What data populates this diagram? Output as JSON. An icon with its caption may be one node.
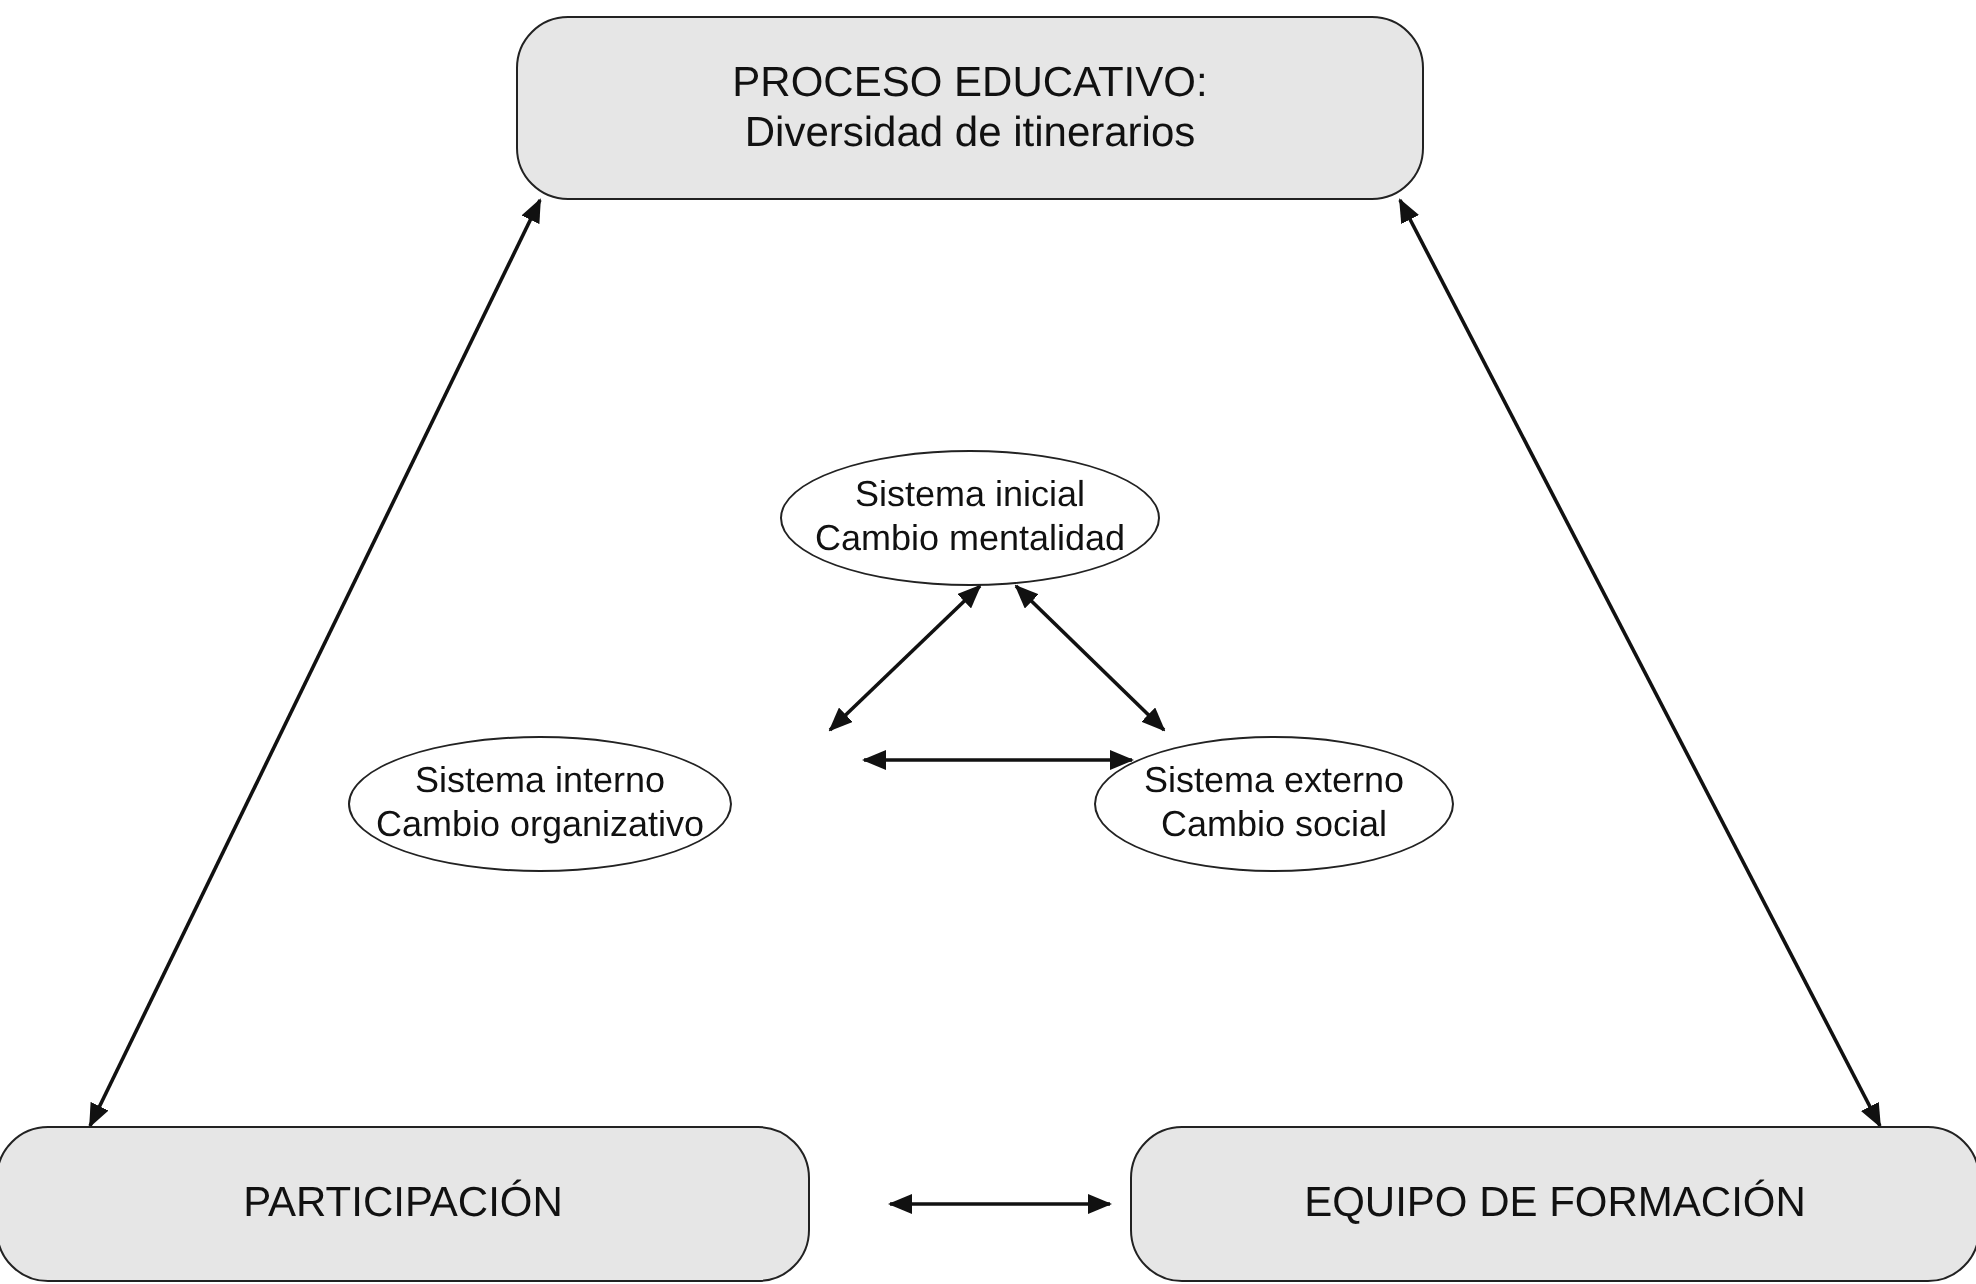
{
  "diagram": {
    "nodes": [
      {
        "text": [
          "PROCESO EDUCATIVO: Diversidad de itinerarios"
        ]
      },
      {
        "text": [
          "Sistema inicial Cambio mentalidad"
        ]
      },
      {
        "text": [
          "Sistema interno Cambio organizativo"
        ]
      },
      {
        "text": [
          "Sistema externo Cambio social"
        ]
      },
      {
        "text": [
          "PARTICIPACIÓN"
        ]
      },
      {
        "text": [
          "EQUIPO DE FORMACIÓN"
        ]
      }
    ],
    "edges": [
      {
        "from": 0,
        "to": 4,
        "arrow": "both"
      },
      {
        "from": 0,
        "to": 5,
        "arrow": "both"
      },
      {
        "from": 4,
        "to": 5,
        "arrow": "both"
      },
      {
        "from": 1,
        "to": 2,
        "arrow": "both"
      },
      {
        "from": 1,
        "to": 3,
        "arrow": "both"
      },
      {
        "from": 2,
        "to": 3,
        "arrow": "both"
      }
    ]
  }
}
